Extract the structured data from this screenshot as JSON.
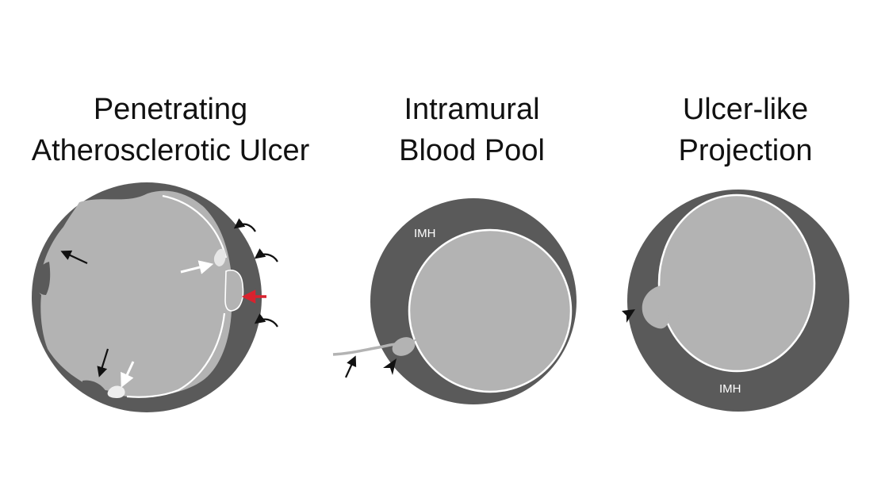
{
  "panels": [
    {
      "title_line1": "Penetrating",
      "title_line2": "Atherosclerotic Ulcer"
    },
    {
      "title_line1": "Intramural",
      "title_line2": "Blood Pool",
      "imh_label": "IMH"
    },
    {
      "title_line1": "Ulcer-like",
      "title_line2": "Projection",
      "imh_label": "IMH"
    }
  ],
  "colors": {
    "wall_dark": "#5a5a5a",
    "lumen_light": "#b3b3b3",
    "outline_white": "#ffffff",
    "arrow_black": "#111111",
    "arrow_white": "#ffffff",
    "arrow_red": "#d9222e"
  }
}
